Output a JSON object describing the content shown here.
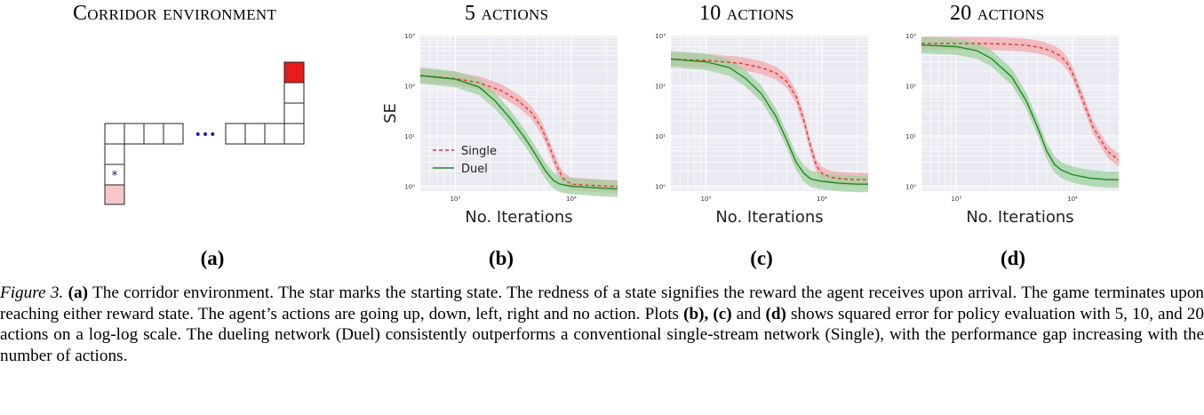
{
  "panel_a": {
    "title": "Corridor environment",
    "letter": "(a)",
    "star": "*",
    "ellipsis": "•••",
    "colors": {
      "goal_far": "#e81c1c",
      "goal_near": "#f7c6c6",
      "cell_border": "#222222",
      "dots": "#1a1ab4"
    }
  },
  "panel_letters": {
    "b": "(b)",
    "c": "(c)",
    "d": "(d)"
  },
  "chart_data": [
    {
      "type": "line",
      "title": "5 actions",
      "xlabel": "No. Iterations",
      "ylabel": "SE",
      "x_scale": "log",
      "y_scale": "log",
      "xlim": [
        500,
        25000
      ],
      "ylim": [
        0.8,
        1000
      ],
      "xticks": [
        {
          "v": 1000,
          "label": "10³"
        },
        {
          "v": 10000,
          "label": "10⁴"
        }
      ],
      "yticks": [
        {
          "v": 1,
          "label": "10⁰"
        },
        {
          "v": 10,
          "label": "10¹"
        },
        {
          "v": 100,
          "label": "10²"
        },
        {
          "v": 1000,
          "label": "10³"
        }
      ],
      "grid": true,
      "legend": "lower-left",
      "series": [
        {
          "name": "Single",
          "style": "dashed",
          "color": "#e8353a",
          "band": "#f2a9ae",
          "x": [
            500,
            1000,
            1600,
            2500,
            3500,
            4500,
            5500,
            6500,
            7500,
            8500,
            10000,
            14000,
            20000,
            25000
          ],
          "y": [
            160,
            140,
            115,
            80,
            50,
            30,
            15,
            6,
            2.5,
            1.4,
            1.1,
            1.05,
            1.0,
            0.98
          ]
        },
        {
          "name": "Duel",
          "style": "solid",
          "color": "#1f8a1f",
          "band": "#9fd19f",
          "x": [
            500,
            1000,
            1600,
            2200,
            3000,
            4000,
            5000,
            6000,
            7000,
            8000,
            10000,
            14000,
            20000,
            25000
          ],
          "y": [
            160,
            135,
            95,
            50,
            22,
            9,
            4,
            2,
            1.3,
            1.1,
            1.0,
            0.95,
            0.9,
            0.88
          ]
        }
      ]
    },
    {
      "type": "line",
      "title": "10 actions",
      "xlabel": "No. Iterations",
      "ylabel": "",
      "x_scale": "log",
      "y_scale": "log",
      "xlim": [
        500,
        25000
      ],
      "ylim": [
        0.8,
        1000
      ],
      "xticks": [
        {
          "v": 1000,
          "label": "10³"
        },
        {
          "v": 10000,
          "label": "10⁴"
        }
      ],
      "yticks": [
        {
          "v": 1,
          "label": "10⁰"
        },
        {
          "v": 10,
          "label": "10¹"
        },
        {
          "v": 100,
          "label": "10²"
        },
        {
          "v": 1000,
          "label": "10³"
        }
      ],
      "grid": true,
      "series": [
        {
          "name": "Single",
          "style": "dashed",
          "color": "#e8353a",
          "band": "#f2a9ae",
          "x": [
            500,
            1000,
            2000,
            3000,
            4000,
            5000,
            6000,
            7000,
            8000,
            9000,
            10000,
            12000,
            15000,
            20000,
            25000
          ],
          "y": [
            340,
            320,
            280,
            230,
            180,
            120,
            60,
            20,
            6,
            2.5,
            1.8,
            1.5,
            1.4,
            1.35,
            1.35
          ]
        },
        {
          "name": "Duel",
          "style": "solid",
          "color": "#1f8a1f",
          "band": "#9fd19f",
          "x": [
            500,
            1000,
            1600,
            2200,
            3000,
            4000,
            5000,
            6000,
            7000,
            8000,
            10000,
            14000,
            20000,
            25000
          ],
          "y": [
            340,
            300,
            230,
            140,
            70,
            25,
            8,
            3,
            1.8,
            1.4,
            1.25,
            1.15,
            1.1,
            1.1
          ]
        }
      ]
    },
    {
      "type": "line",
      "title": "20 actions",
      "xlabel": "No. Iterations",
      "ylabel": "",
      "x_scale": "log",
      "y_scale": "log",
      "xlim": [
        500,
        25000
      ],
      "ylim": [
        0.8,
        1000
      ],
      "xticks": [
        {
          "v": 1000,
          "label": "10³"
        },
        {
          "v": 10000,
          "label": "10⁴"
        }
      ],
      "yticks": [
        {
          "v": 1,
          "label": "10⁰"
        },
        {
          "v": 10,
          "label": "10¹"
        },
        {
          "v": 100,
          "label": "10²"
        },
        {
          "v": 1000,
          "label": "10³"
        }
      ],
      "grid": true,
      "series": [
        {
          "name": "Single",
          "style": "dashed",
          "color": "#e8353a",
          "band": "#f2a9ae",
          "x": [
            500,
            1000,
            2000,
            3000,
            4000,
            5000,
            6000,
            7000,
            8000,
            9000,
            10000,
            12000,
            15000,
            20000,
            25000
          ],
          "y": [
            700,
            700,
            690,
            670,
            640,
            590,
            530,
            460,
            380,
            280,
            180,
            60,
            15,
            5,
            3.3
          ]
        },
        {
          "name": "Duel",
          "style": "solid",
          "color": "#1f8a1f",
          "band": "#9fd19f",
          "x": [
            500,
            1000,
            1500,
            2000,
            3000,
            4000,
            5000,
            6000,
            7000,
            8000,
            10000,
            14000,
            20000,
            25000
          ],
          "y": [
            650,
            600,
            500,
            350,
            150,
            50,
            15,
            5,
            2.7,
            2.1,
            1.7,
            1.45,
            1.35,
            1.35
          ]
        }
      ]
    }
  ],
  "caption": {
    "figure_label": "Figure 3.",
    "a_ref": "(a)",
    "text1": " The corridor environment. The star marks the starting state. The redness of a state signifies the reward the agent receives upon arrival. The game terminates upon reaching either reward state. The agent’s actions are going up, down, left, right and no action. Plots ",
    "bc_ref": "(b), (c)",
    "text2": " and ",
    "d_ref": "(d)",
    "text3": " shows squared error for policy evaluation with 5, 10, and 20 actions on a log-log scale. The dueling network (Duel) consistently outperforms a conventional single-stream network (Single), with the performance gap increasing with the number of actions."
  }
}
